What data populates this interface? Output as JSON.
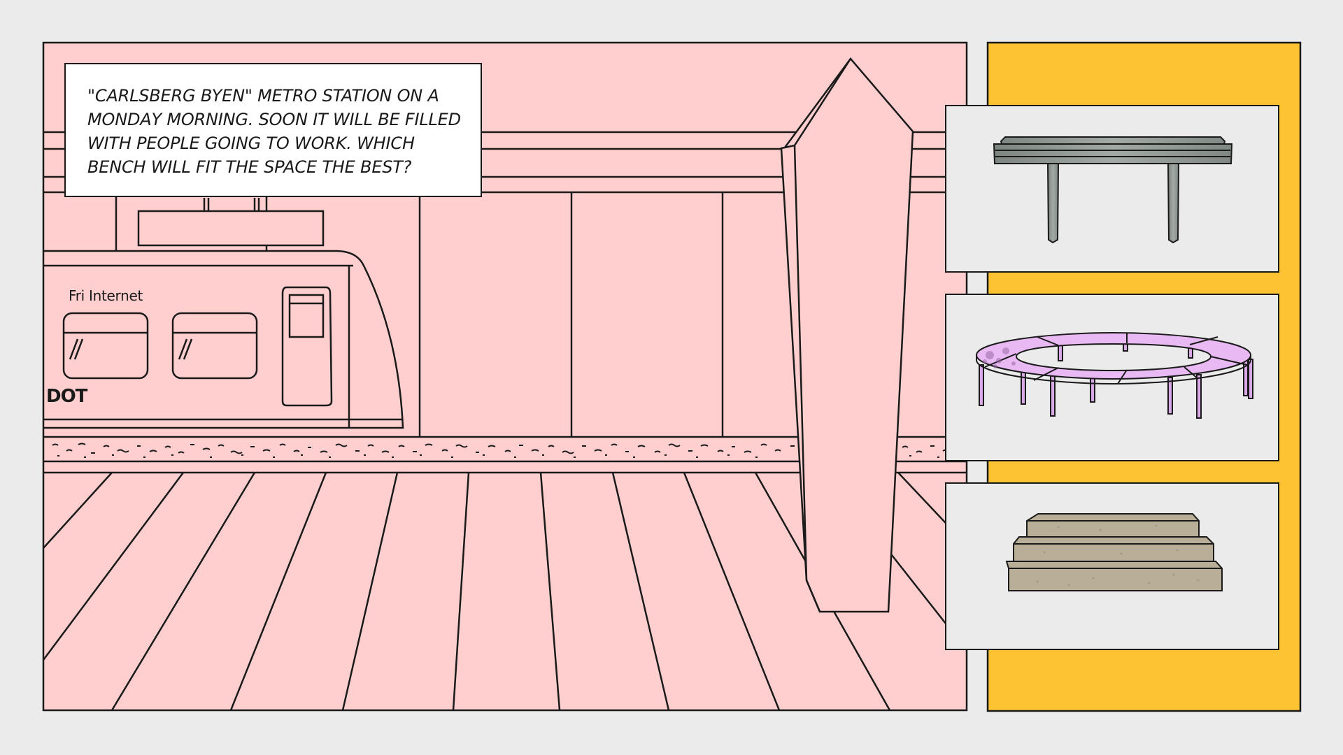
{
  "scene": {
    "caption": "\"CARLSBERG BYEN\" METRO STATION ON A MONDAY MORNING. SOON IT WILL BE FILLED WITH PEOPLE GOING TO WORK. WHICH BENCH WILL FIT THE SPACE THE BEST?",
    "train": {
      "sign_text": "Fri Internet",
      "logo_text": "DOT"
    }
  },
  "colors": {
    "background": "#ebebeb",
    "scene_pink": "#ffcfcf",
    "side_panel_yellow": "#fdc332",
    "card_background": "#ebebeb",
    "outline": "#1a1a1a",
    "steel_bench": "#8a928f",
    "ring_bench": "#e8b9f2",
    "stone_bench": "#b9ae98"
  },
  "options": [
    {
      "id": "steel-bench",
      "icon": "steel-table-bench-icon"
    },
    {
      "id": "ring-bench",
      "icon": "circular-ring-bench-icon"
    },
    {
      "id": "stone-bench",
      "icon": "stepped-stone-bench-icon"
    }
  ]
}
